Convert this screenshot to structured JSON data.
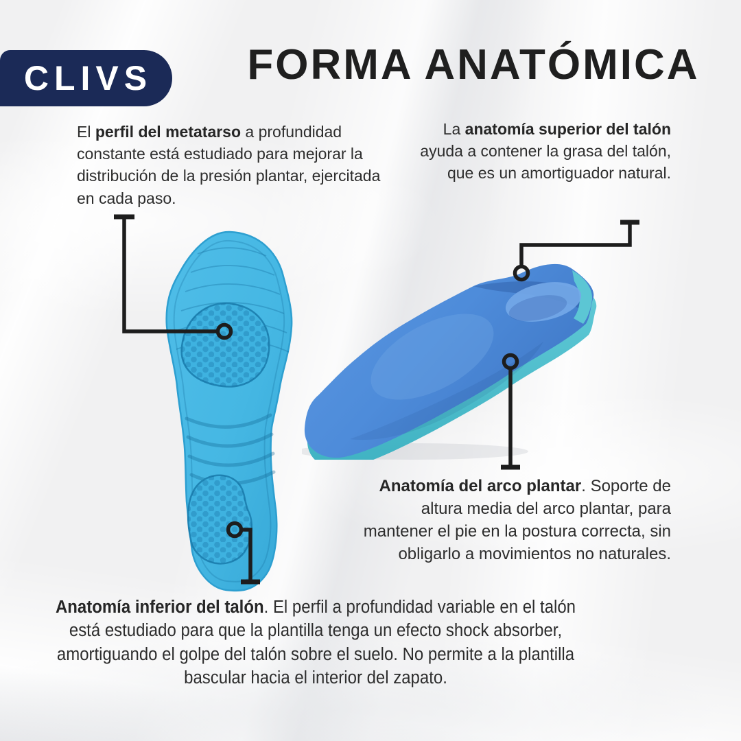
{
  "logo": {
    "text": "CLIVS"
  },
  "header": {
    "title": "FORMA ANATÓMICA"
  },
  "notes": {
    "metatarso": {
      "prefix": "El ",
      "highlight": "perfil del metatarso",
      "rest": " a profundidad constante está estudiado para mejorar la distribución de la presión plantar, ejercitada en cada paso."
    },
    "talon_superior": {
      "prefix": "La ",
      "highlight": "anatomía superior del talón",
      "rest": " ayuda a contener la grasa del talón, que es un amortiguador natural."
    },
    "arco_plantar": {
      "prefix": "",
      "highlight": "Anatomía del arco plantar",
      "rest": ". Soporte de altura media del arco plantar, para mantener el pie en la postura correcta, sin obligarlo a movimientos no naturales."
    },
    "talon_inferior": {
      "prefix": "",
      "highlight": "Anatomía inferior del talón",
      "rest": ". El perfil a profundidad variable en el talón está estudiado para que la plantilla tenga un efecto shock absorber, amortiguando el golpe del talón sobre el suelo. No permite a la plantilla bascular hacia el interior del zapato."
    }
  },
  "colors": {
    "background": "#f1f1f2",
    "brand_navy": "#1b2a57",
    "logo_text": "#ffffff",
    "title_text": "#1f1f1f",
    "body_text": "#2d2d2d",
    "callout_line": "#1d1d1d",
    "insole_top_view_blue": "#45b7e3",
    "insole_top_view_shade": "#2d9fd0",
    "insole_pad_outline": "#1f84b4",
    "insole_3d_blue": "#4e8cda",
    "insole_3d_highlight": "#74a9e8",
    "insole_3d_teal": "#58c4d3"
  }
}
